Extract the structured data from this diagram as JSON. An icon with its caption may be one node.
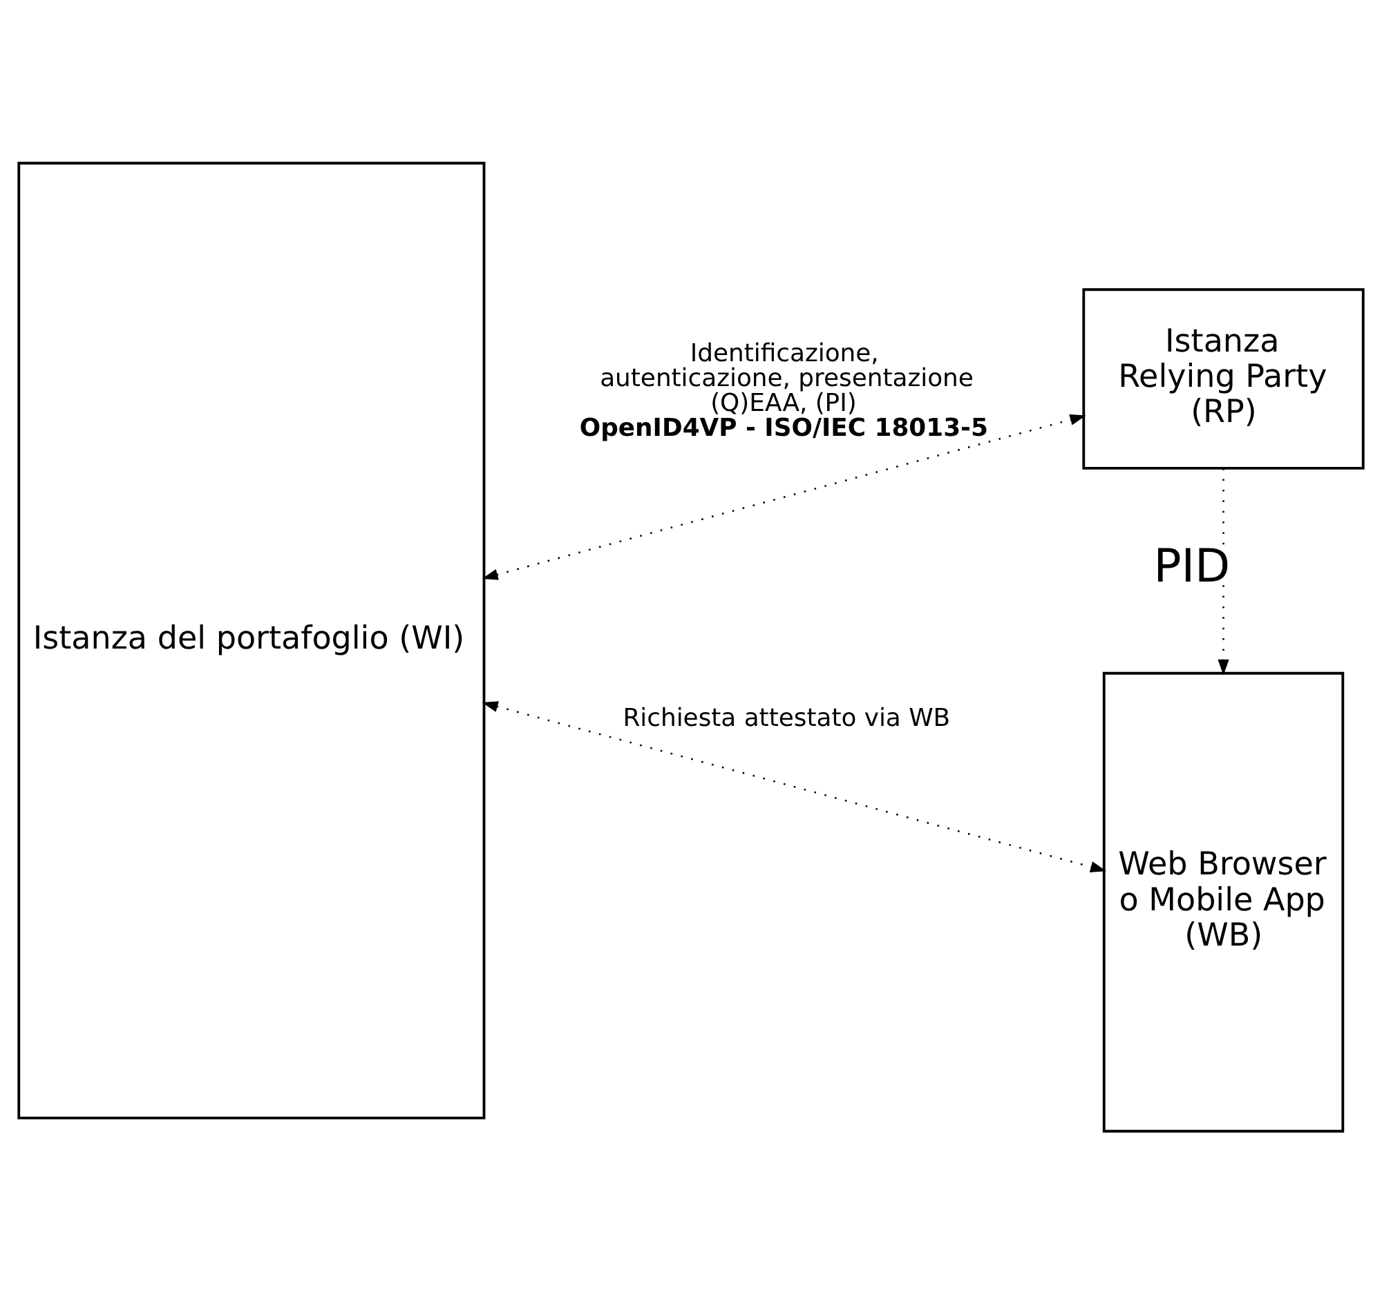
{
  "diagram": {
    "nodes": [
      {
        "text": [
          "Istanza del portafoglio (WI)"
        ]
      },
      {
        "text": [
          "Web Browser o Mobile App (WB)"
        ]
      },
      {
        "text": [
          "Istanza Relying Party (RP)"
        ]
      }
    ],
    "edges": [
      {
        "from": 0,
        "to": 1,
        "arrow": "both",
        "style": "dashed",
        "label": "Richiesta attestato via WB"
      },
      {
        "from": 2,
        "to": 1,
        "arrow": "to",
        "style": "dashed",
        "label": "PID"
      },
      {
        "from": 0,
        "to": 2,
        "arrow": "both",
        "style": "dashed",
        "label": "Identificazione, autenticazione, presentazione (Q)EAA, (PI) **OpenID4VP - ISO/IEC 18013-5**"
      }
    ]
  }
}
